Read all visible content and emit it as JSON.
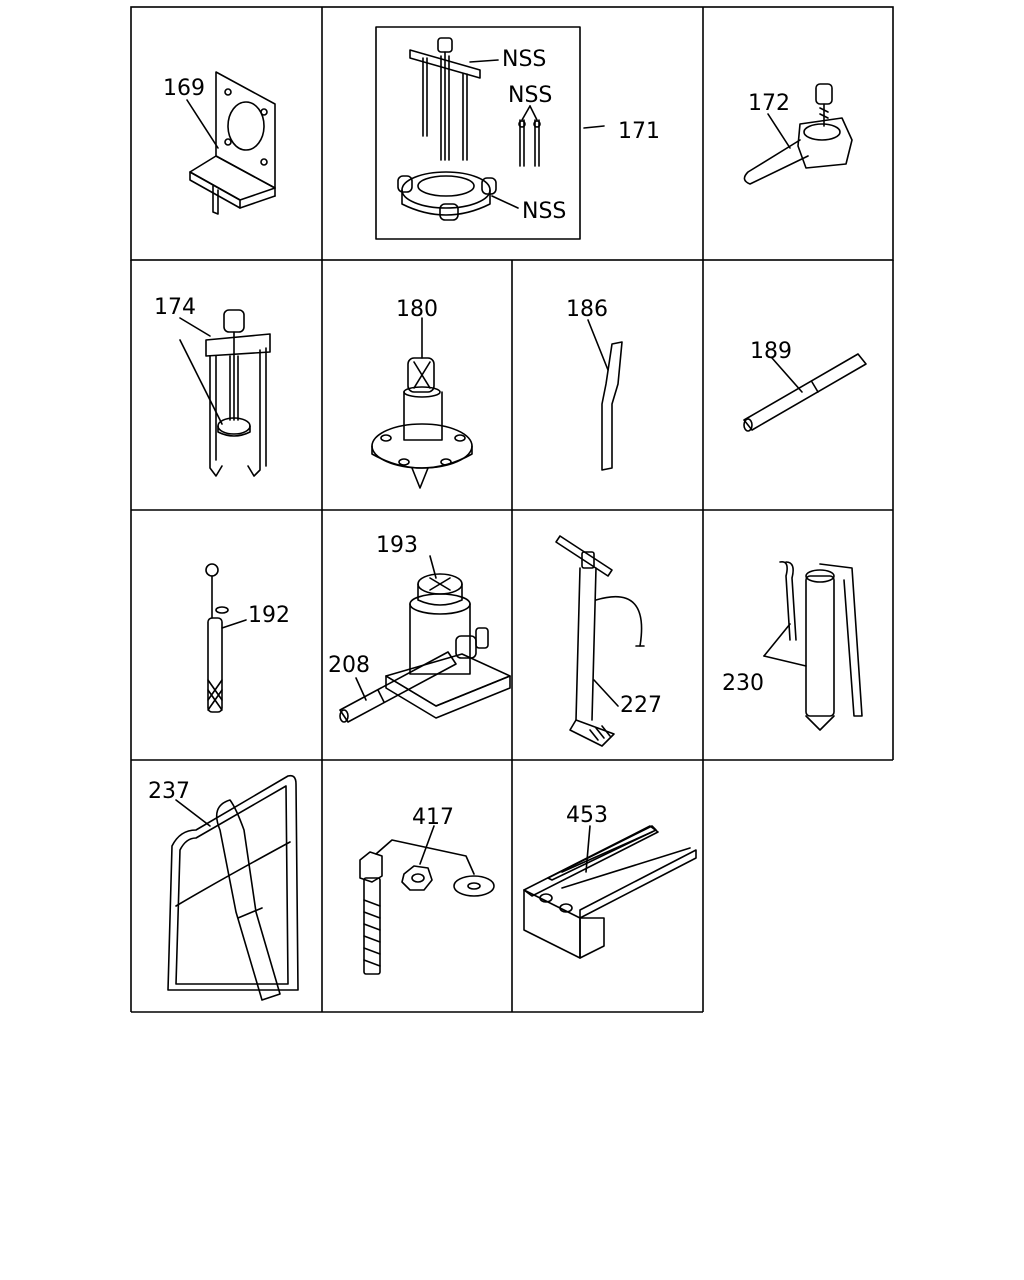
{
  "labels": {
    "l169": "169",
    "l171": "171",
    "nss1": "NSS",
    "nss2": "NSS",
    "nss3": "NSS",
    "l172": "172",
    "l174": "174",
    "l180": "180",
    "l186": "186",
    "l189": "189",
    "l192": "192",
    "l193": "193",
    "l208": "208",
    "l227": "227",
    "l230": "230",
    "l237": "237",
    "l417": "417",
    "l453": "453"
  }
}
